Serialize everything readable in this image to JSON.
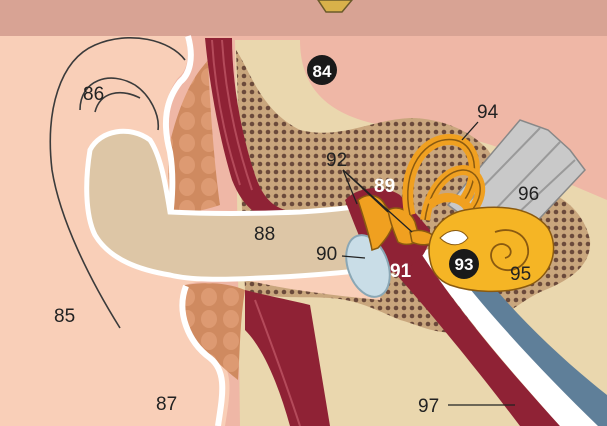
{
  "labels": {
    "l84": "84",
    "l85": "85",
    "l86": "86",
    "l87": "87",
    "l88": "88",
    "l89": "89",
    "l90": "90",
    "l91": "91",
    "l92": "92",
    "l93": "93",
    "l94": "94",
    "l95": "95",
    "l96": "96",
    "l97": "97"
  },
  "colors": {
    "skin_outer": "#f9cfb8",
    "skull_pink": "#efb7a6",
    "band_top": "#d8a394",
    "bone_beige": "#ead7ae",
    "bone_dots": "#6b4a3b",
    "canal": "#ddc6a6",
    "muscle_red": "#8f2235",
    "cartilage": "#d08a62",
    "ossicle_orange": "#f0a020",
    "cochlea_yellow": "#f5b525",
    "nerve_grey": "#c9c9c9",
    "tube_blue": "#5f7f99",
    "eardrum": "#c9dde7"
  }
}
